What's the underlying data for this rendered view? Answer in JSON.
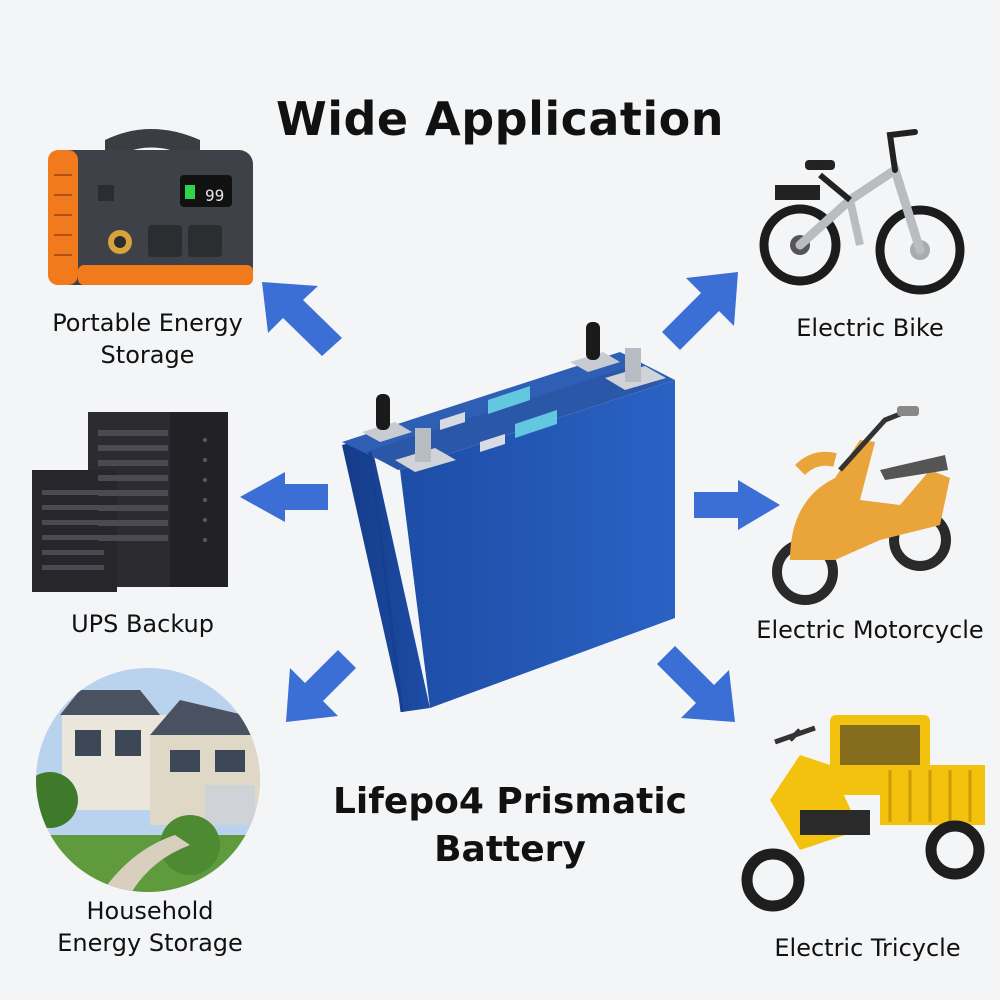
{
  "title": "Wide Application",
  "product": {
    "line1": "Lifepo4 Prismatic",
    "line2": "Battery"
  },
  "applications": {
    "portable": {
      "line1": "Portable Energy",
      "line2": "Storage"
    },
    "ups": {
      "label": "UPS Backup"
    },
    "household": {
      "line1": "Household",
      "line2": "Energy Storage"
    },
    "bike": {
      "label": "Electric Bike"
    },
    "motorcycle": {
      "label": "Electric Motorcycle"
    },
    "tricycle": {
      "label": "Electric Tricycle"
    }
  },
  "power_station_display": "99",
  "colors": {
    "arrow": "#3b6fd6",
    "battery": "#1f4ea8",
    "accent_orange": "#f07a1c",
    "vehicle_yellow": "#f2c20e"
  }
}
